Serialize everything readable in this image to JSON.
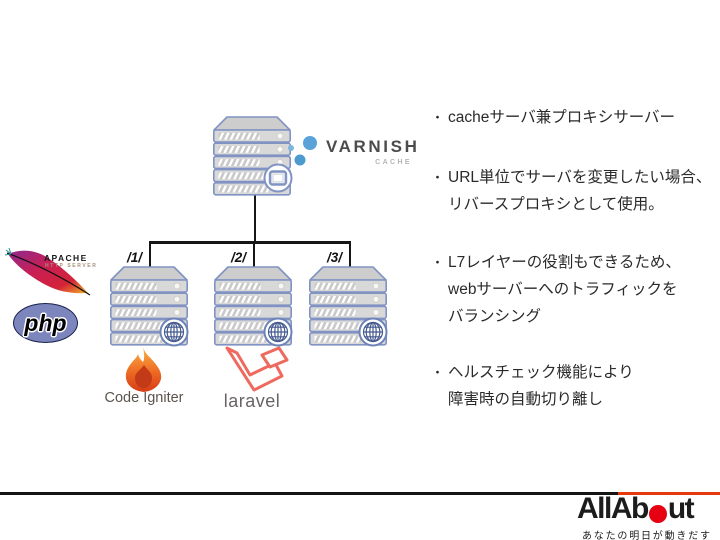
{
  "diagram": {
    "varnish": {
      "name": "VARNISH",
      "sub": "CACHE"
    },
    "node_labels": [
      "/1/",
      "/2/",
      "/3/"
    ],
    "icons": {
      "top_node": "server-with-monitor-badge",
      "web_nodes": "server-with-globe-badge",
      "varnish_mark": "blue-dots"
    }
  },
  "logos": {
    "apache": {
      "title": "APACHE",
      "subtitle": "HTTP SERVER"
    },
    "php": {
      "label": "php"
    },
    "codeigniter": {
      "label": "Code Igniter"
    },
    "laravel": {
      "label": "laravel"
    }
  },
  "bullets": [
    {
      "marker": "・",
      "lines": [
        "cacheサーバ兼プロキシサーバー"
      ]
    },
    {
      "marker": "・",
      "lines": [
        "URL単位でサーバを変更したい場合、",
        "リバースプロキシとして使用。"
      ]
    },
    {
      "marker": "・",
      "lines": [
        "L7レイヤーの役割もできるため、",
        "webサーバーへのトラフィックを",
        "バランシング"
      ]
    },
    {
      "marker": "・",
      "lines": [
        "ヘルスチェック機能により",
        "障害時の自動切り離し"
      ]
    }
  ],
  "footer": {
    "brand_prefix": "AllAb",
    "brand_suffix": "ut",
    "brand_full": "AllAbout",
    "tagline": "あなたの明日が動きだす"
  },
  "colors": {
    "server_outline": "#8093c3",
    "server_fill": "#d8d8d8",
    "varnish_blue": "#4f9bd5",
    "varnish_text": "#4c4c4c",
    "apache_red": "#d01f50",
    "php_purple": "#7d85bd",
    "codeigniter_orange": "#ee6a24",
    "laravel_coral": "#ef6a5e",
    "allabout_red": "#e60012",
    "footer_red_line": "#e8380d",
    "connector_black": "#161616"
  }
}
